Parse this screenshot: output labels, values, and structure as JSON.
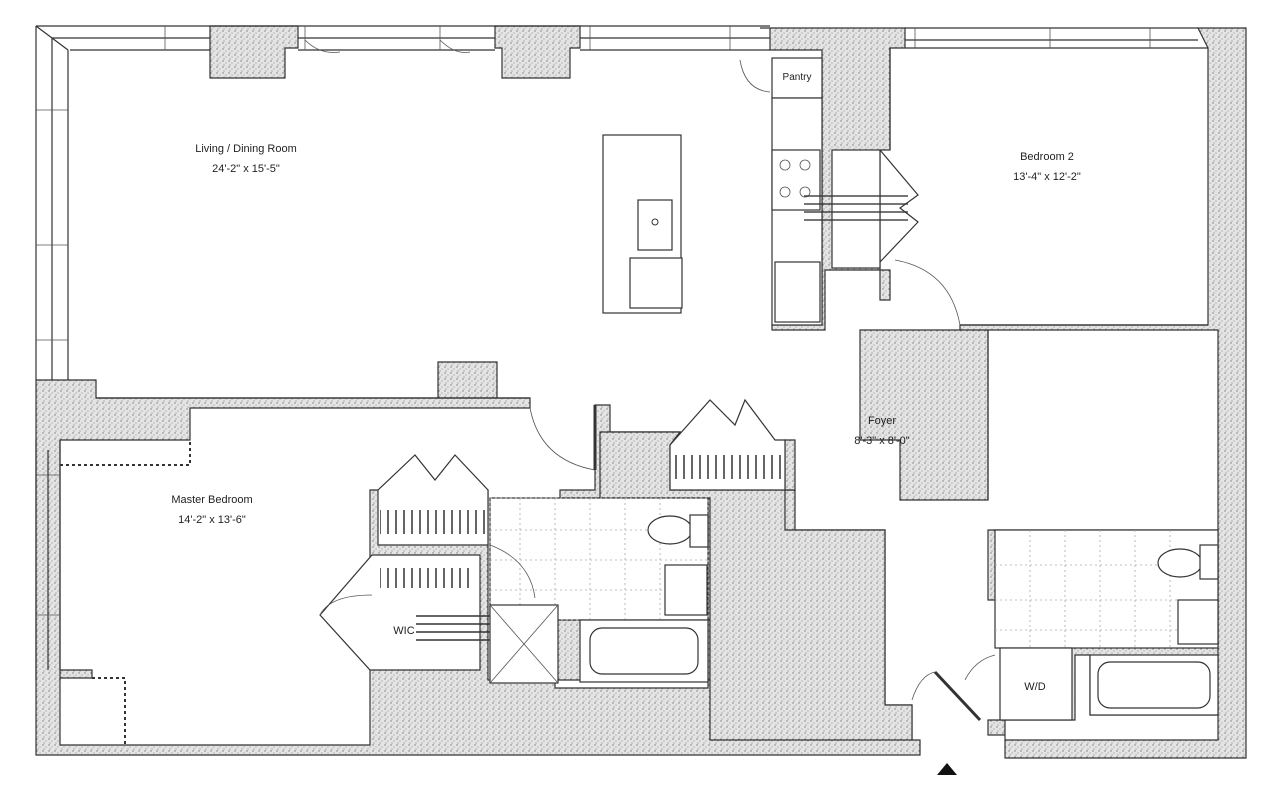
{
  "rooms": {
    "living": {
      "name": "Living / Dining Room",
      "dims": "24'-2\" x 15'-5\""
    },
    "bedroom2": {
      "name": "Bedroom 2",
      "dims": "13'-4\" x 12'-2\""
    },
    "foyer": {
      "name": "Foyer",
      "dims": "8'-3\" x 8'-0\""
    },
    "master": {
      "name": "Master Bedroom",
      "dims": "14'-2\" x 13'-6\""
    },
    "pantry": {
      "name": "Pantry"
    },
    "wic": {
      "name": "WIC"
    },
    "wd": {
      "name": "W/D"
    }
  },
  "icons": {
    "entry": "entry-arrow-icon"
  }
}
